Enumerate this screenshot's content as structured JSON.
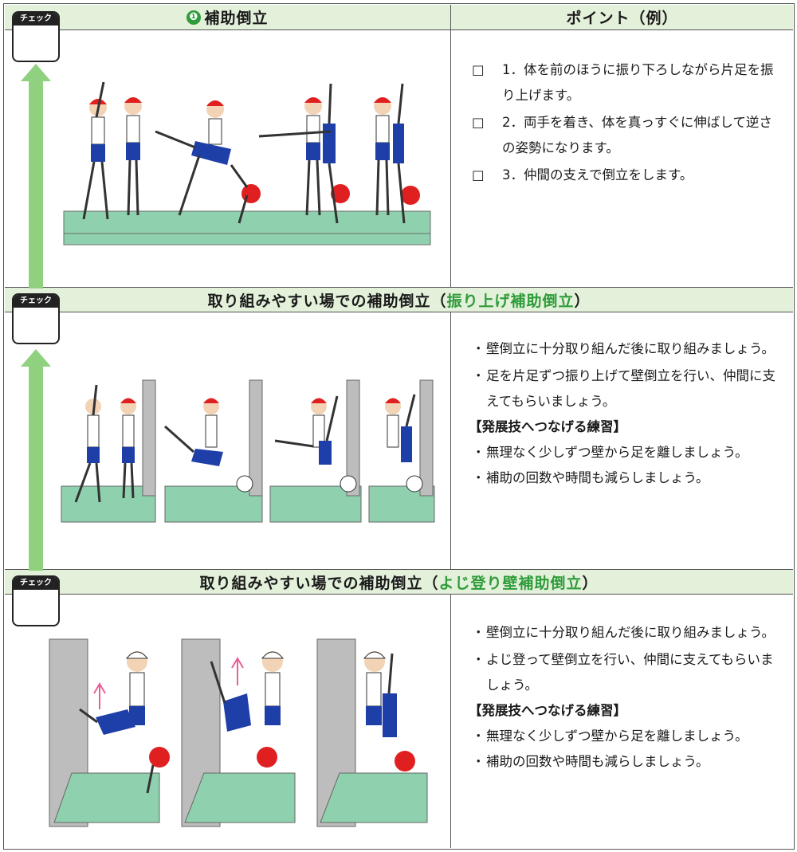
{
  "header": {
    "badge": "❶",
    "title": "補助倒立",
    "points_title": "ポイント（例）"
  },
  "check_label": "チェック",
  "section1": {
    "points": [
      {
        "mark": "□",
        "text": "1．体を前のほうに振り下ろしながら片足を振り上げます。"
      },
      {
        "mark": "□",
        "text": "2．両手を着き、体を真っすぐに伸ばして逆さの姿勢になります。"
      },
      {
        "mark": "□",
        "text": "3．仲間の支えで倒立をします。"
      }
    ]
  },
  "section2": {
    "title_prefix": "取り組みやすい場での補助倒立（",
    "title_highlight": "振り上げ補助倒立",
    "title_suffix": "）",
    "bullets": [
      "壁倒立に十分取り組んだ後に取り組みましょう。",
      "足を片足ずつ振り上げて壁倒立を行い、仲間に支えてもらいましょう。"
    ],
    "subheading": "【発展技へつなげる練習】",
    "bullets2": [
      "無理なく少しずつ壁から足を離しましょう。",
      "補助の回数や時間も減らしましょう。"
    ]
  },
  "section3": {
    "title_prefix": "取り組みやすい場での補助倒立（",
    "title_highlight": "よじ登り壁補助倒立",
    "title_suffix": "）",
    "bullets": [
      "壁倒立に十分取り組んだ後に取り組みましょう。",
      "よじ登って壁倒立を行い、仲間に支えてもらいましょう。"
    ],
    "subheading": "【発展技へつなげる練習】",
    "bullets2": [
      "無理なく少しずつ壁から足を離しましょう。",
      "補助の回数や時間も減らしましょう。"
    ]
  },
  "bullet_mark": "・",
  "colors": {
    "header_bg": "#e3f0da",
    "accent_green": "#2e9c3a",
    "arrow_green": "#8fd17f",
    "mat_green": "#8fd1ae",
    "cap_red": "#e02020",
    "shorts_blue": "#1f3fa8",
    "wall_gray": "#bdbdbd",
    "up_arrow_pink": "#e8609a"
  },
  "icons": {
    "check_box": "check-box-icon",
    "progress_arrow": "up-arrow-icon"
  }
}
